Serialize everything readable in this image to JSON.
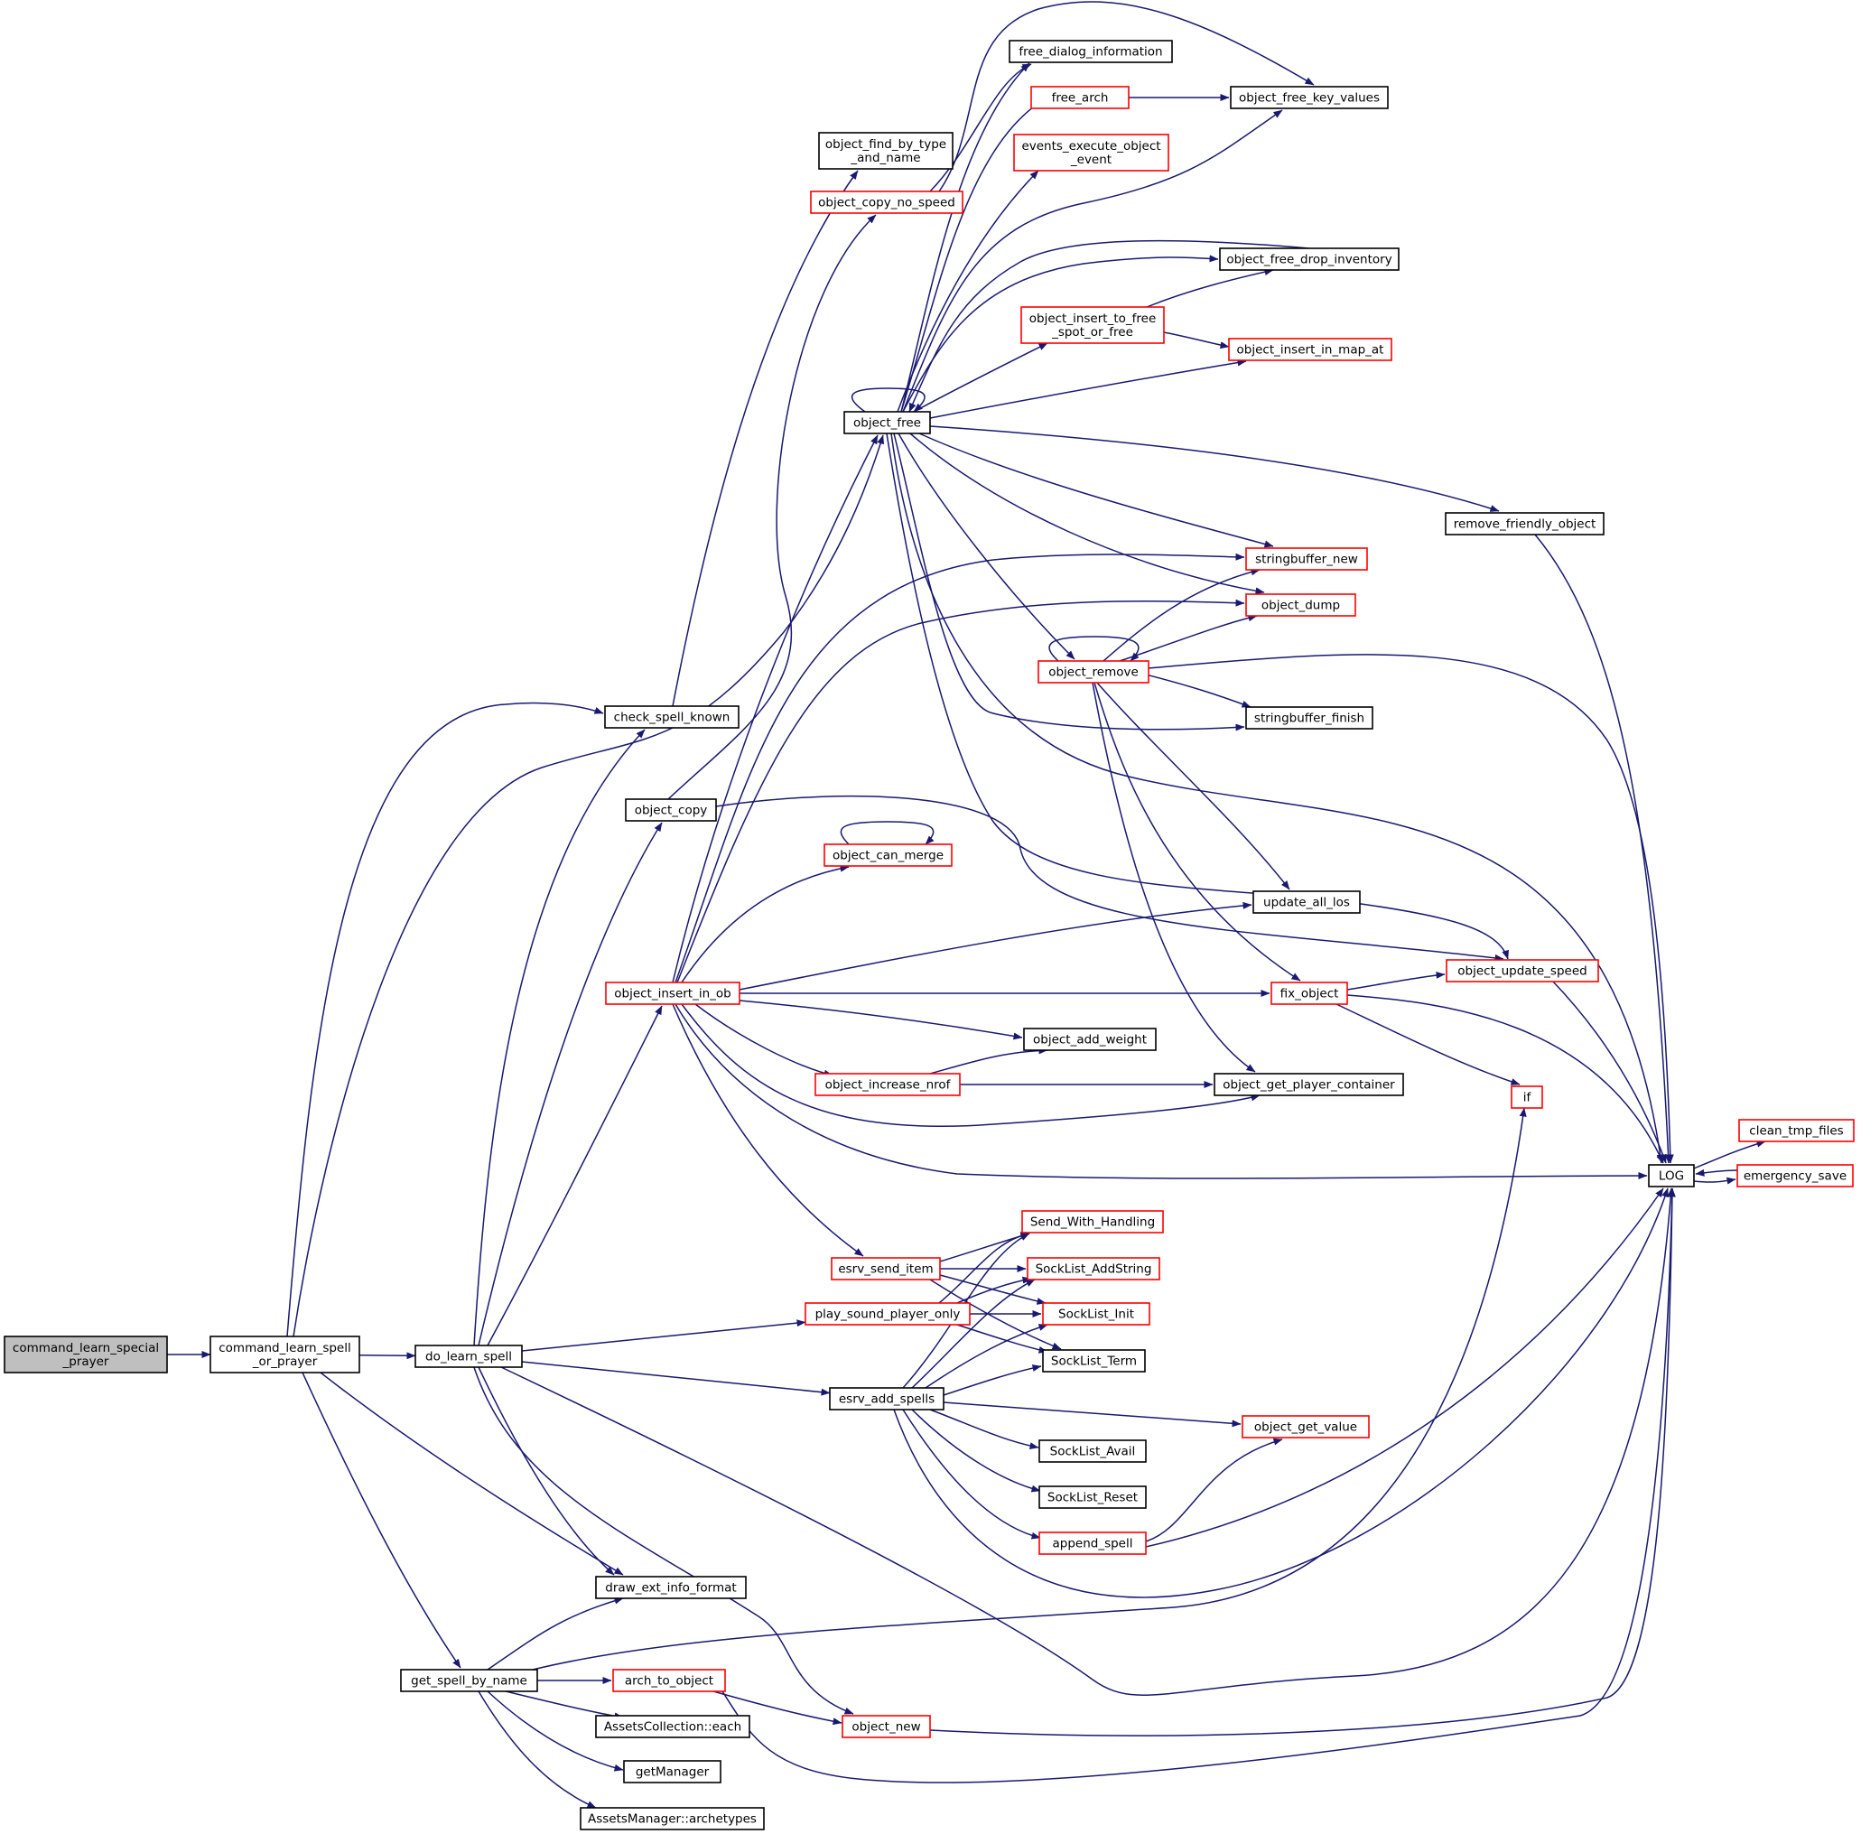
{
  "colors": {
    "edge": "#191970",
    "root_fill": "#bfbfbf",
    "root_border": "#000000",
    "normal_border": "#000000",
    "truncated_border": "#ff0000",
    "node_fill": "#ffffff"
  },
  "nodes": {
    "command_learn_special_prayer": {
      "lines": [
        "command_learn_special",
        "_prayer"
      ],
      "style": "root"
    },
    "command_learn_spell_or_prayer": {
      "lines": [
        "command_learn_spell",
        "_or_prayer"
      ],
      "style": "normal"
    },
    "do_learn_spell": {
      "lines": [
        "do_learn_spell"
      ],
      "style": "normal"
    },
    "check_spell_known": {
      "lines": [
        "check_spell_known"
      ],
      "style": "normal"
    },
    "object_find_by_type_and_name": {
      "lines": [
        "object_find_by_type",
        "_and_name"
      ],
      "style": "normal"
    },
    "object_copy": {
      "lines": [
        "object_copy"
      ],
      "style": "normal"
    },
    "object_copy_no_speed": {
      "lines": [
        "object_copy_no_speed"
      ],
      "style": "truncated"
    },
    "free_dialog_information": {
      "lines": [
        "free_dialog_information"
      ],
      "style": "normal"
    },
    "free_arch": {
      "lines": [
        "free_arch"
      ],
      "style": "truncated"
    },
    "object_free_key_values": {
      "lines": [
        "object_free_key_values"
      ],
      "style": "normal"
    },
    "events_execute_object_event": {
      "lines": [
        "events_execute_object",
        "_event"
      ],
      "style": "truncated"
    },
    "object_free_drop_inventory": {
      "lines": [
        "object_free_drop_inventory"
      ],
      "style": "normal"
    },
    "object_insert_to_free_spot_or_free": {
      "lines": [
        "object_insert_to_free",
        "_spot_or_free"
      ],
      "style": "truncated"
    },
    "object_insert_in_map_at": {
      "lines": [
        "object_insert_in_map_at"
      ],
      "style": "truncated"
    },
    "object_free": {
      "lines": [
        "object_free"
      ],
      "style": "normal"
    },
    "remove_friendly_object": {
      "lines": [
        "remove_friendly_object"
      ],
      "style": "normal"
    },
    "stringbuffer_new": {
      "lines": [
        "stringbuffer_new"
      ],
      "style": "truncated"
    },
    "object_dump": {
      "lines": [
        "object_dump"
      ],
      "style": "truncated"
    },
    "object_remove": {
      "lines": [
        "object_remove"
      ],
      "style": "truncated"
    },
    "stringbuffer_finish": {
      "lines": [
        "stringbuffer_finish"
      ],
      "style": "normal"
    },
    "object_can_merge": {
      "lines": [
        "object_can_merge"
      ],
      "style": "truncated"
    },
    "update_all_los": {
      "lines": [
        "update_all_los"
      ],
      "style": "normal"
    },
    "object_insert_in_ob": {
      "lines": [
        "object_insert_in_ob"
      ],
      "style": "truncated"
    },
    "object_update_speed": {
      "lines": [
        "object_update_speed"
      ],
      "style": "truncated"
    },
    "fix_object": {
      "lines": [
        "fix_object"
      ],
      "style": "truncated"
    },
    "object_add_weight": {
      "lines": [
        "object_add_weight"
      ],
      "style": "normal"
    },
    "object_increase_nrof": {
      "lines": [
        "object_increase_nrof"
      ],
      "style": "truncated"
    },
    "object_get_player_container": {
      "lines": [
        "object_get_player_container"
      ],
      "style": "normal"
    },
    "if": {
      "lines": [
        "if"
      ],
      "style": "truncated"
    },
    "clean_tmp_files": {
      "lines": [
        "clean_tmp_files"
      ],
      "style": "truncated"
    },
    "LOG": {
      "lines": [
        "LOG"
      ],
      "style": "normal"
    },
    "emergency_save": {
      "lines": [
        "emergency_save"
      ],
      "style": "truncated"
    },
    "Send_With_Handling": {
      "lines": [
        "Send_With_Handling"
      ],
      "style": "truncated"
    },
    "esrv_send_item": {
      "lines": [
        "esrv_send_item"
      ],
      "style": "truncated"
    },
    "SockList_AddString": {
      "lines": [
        "SockList_AddString"
      ],
      "style": "truncated"
    },
    "play_sound_player_only": {
      "lines": [
        "play_sound_player_only"
      ],
      "style": "truncated"
    },
    "SockList_Init": {
      "lines": [
        "SockList_Init"
      ],
      "style": "truncated"
    },
    "SockList_Term": {
      "lines": [
        "SockList_Term"
      ],
      "style": "normal"
    },
    "esrv_add_spells": {
      "lines": [
        "esrv_add_spells"
      ],
      "style": "normal"
    },
    "object_get_value": {
      "lines": [
        "object_get_value"
      ],
      "style": "truncated"
    },
    "SockList_Avail": {
      "lines": [
        "SockList_Avail"
      ],
      "style": "normal"
    },
    "SockList_Reset": {
      "lines": [
        "SockList_Reset"
      ],
      "style": "normal"
    },
    "append_spell": {
      "lines": [
        "append_spell"
      ],
      "style": "truncated"
    },
    "draw_ext_info_format": {
      "lines": [
        "draw_ext_info_format"
      ],
      "style": "normal"
    },
    "get_spell_by_name": {
      "lines": [
        "get_spell_by_name"
      ],
      "style": "normal"
    },
    "arch_to_object": {
      "lines": [
        "arch_to_object"
      ],
      "style": "truncated"
    },
    "object_new": {
      "lines": [
        "object_new"
      ],
      "style": "truncated"
    },
    "AssetsCollection_each": {
      "lines": [
        "AssetsCollection::each"
      ],
      "style": "normal"
    },
    "getManager": {
      "lines": [
        "getManager"
      ],
      "style": "normal"
    },
    "AssetsManager_archetypes": {
      "lines": [
        "AssetsManager::archetypes"
      ],
      "style": "normal"
    }
  },
  "edges": [
    [
      "command_learn_special_prayer",
      "command_learn_spell_or_prayer"
    ],
    [
      "command_learn_spell_or_prayer",
      "check_spell_known"
    ],
    [
      "command_learn_spell_or_prayer",
      "object_free"
    ],
    [
      "command_learn_spell_or_prayer",
      "do_learn_spell"
    ],
    [
      "command_learn_spell_or_prayer",
      "draw_ext_info_format"
    ],
    [
      "command_learn_spell_or_prayer",
      "get_spell_by_name"
    ],
    [
      "check_spell_known",
      "object_find_by_type_and_name"
    ],
    [
      "do_learn_spell",
      "check_spell_known"
    ],
    [
      "do_learn_spell",
      "object_copy"
    ],
    [
      "do_learn_spell",
      "object_insert_in_ob"
    ],
    [
      "do_learn_spell",
      "play_sound_player_only"
    ],
    [
      "do_learn_spell",
      "esrv_add_spells"
    ],
    [
      "do_learn_spell",
      "LOG"
    ],
    [
      "do_learn_spell",
      "draw_ext_info_format"
    ],
    [
      "do_learn_spell",
      "object_new"
    ],
    [
      "object_copy",
      "object_copy_no_speed"
    ],
    [
      "object_copy",
      "object_update_speed"
    ],
    [
      "object_copy_no_speed",
      "free_dialog_information"
    ],
    [
      "object_copy_no_speed",
      "object_free_key_values"
    ],
    [
      "object_free",
      "object_free"
    ],
    [
      "object_free",
      "free_dialog_information"
    ],
    [
      "object_free",
      "free_arch"
    ],
    [
      "object_free",
      "object_free_key_values"
    ],
    [
      "object_free",
      "events_execute_object_event"
    ],
    [
      "object_free",
      "object_free_drop_inventory"
    ],
    [
      "object_free",
      "object_insert_to_free_spot_or_free"
    ],
    [
      "object_free",
      "object_insert_in_map_at"
    ],
    [
      "object_free",
      "remove_friendly_object"
    ],
    [
      "object_free",
      "stringbuffer_new"
    ],
    [
      "object_free",
      "object_dump"
    ],
    [
      "object_free",
      "object_remove"
    ],
    [
      "object_free",
      "stringbuffer_finish"
    ],
    [
      "object_free",
      "LOG"
    ],
    [
      "object_free",
      "object_update_speed"
    ],
    [
      "free_arch",
      "object_free_key_values"
    ],
    [
      "object_free_drop_inventory",
      "object_free"
    ],
    [
      "object_insert_to_free_spot_or_free",
      "object_free_drop_inventory"
    ],
    [
      "object_insert_to_free_spot_or_free",
      "object_insert_in_map_at"
    ],
    [
      "remove_friendly_object",
      "LOG"
    ],
    [
      "object_remove",
      "object_remove"
    ],
    [
      "object_remove",
      "stringbuffer_new"
    ],
    [
      "object_remove",
      "object_dump"
    ],
    [
      "object_remove",
      "stringbuffer_finish"
    ],
    [
      "object_remove",
      "LOG"
    ],
    [
      "object_remove",
      "update_all_los"
    ],
    [
      "object_remove",
      "fix_object"
    ],
    [
      "object_remove",
      "object_get_player_container"
    ],
    [
      "object_insert_in_ob",
      "object_free"
    ],
    [
      "object_insert_in_ob",
      "stringbuffer_new"
    ],
    [
      "object_insert_in_ob",
      "object_dump"
    ],
    [
      "object_insert_in_ob",
      "object_can_merge"
    ],
    [
      "object_insert_in_ob",
      "update_all_los"
    ],
    [
      "object_insert_in_ob",
      "fix_object"
    ],
    [
      "object_insert_in_ob",
      "object_add_weight"
    ],
    [
      "object_insert_in_ob",
      "object_increase_nrof"
    ],
    [
      "object_insert_in_ob",
      "object_get_player_container"
    ],
    [
      "object_insert_in_ob",
      "LOG"
    ],
    [
      "object_insert_in_ob",
      "esrv_send_item"
    ],
    [
      "object_can_merge",
      "object_can_merge"
    ],
    [
      "object_increase_nrof",
      "object_add_weight"
    ],
    [
      "object_increase_nrof",
      "object_get_player_container"
    ],
    [
      "fix_object",
      "object_update_speed"
    ],
    [
      "fix_object",
      "if"
    ],
    [
      "fix_object",
      "LOG"
    ],
    [
      "object_update_speed",
      "LOG"
    ],
    [
      "LOG",
      "clean_tmp_files"
    ],
    [
      "LOG",
      "emergency_save"
    ],
    [
      "emergency_save",
      "LOG"
    ],
    [
      "esrv_send_item",
      "Send_With_Handling"
    ],
    [
      "esrv_send_item",
      "SockList_AddString"
    ],
    [
      "esrv_send_item",
      "SockList_Init"
    ],
    [
      "esrv_send_item",
      "SockList_Term"
    ],
    [
      "play_sound_player_only",
      "Send_With_Handling"
    ],
    [
      "play_sound_player_only",
      "SockList_AddString"
    ],
    [
      "play_sound_player_only",
      "SockList_Init"
    ],
    [
      "play_sound_player_only",
      "SockList_Term"
    ],
    [
      "esrv_add_spells",
      "Send_With_Handling"
    ],
    [
      "esrv_add_spells",
      "SockList_AddString"
    ],
    [
      "esrv_add_spells",
      "SockList_Init"
    ],
    [
      "esrv_add_spells",
      "SockList_Term"
    ],
    [
      "esrv_add_spells",
      "object_get_value"
    ],
    [
      "esrv_add_spells",
      "SockList_Avail"
    ],
    [
      "esrv_add_spells",
      "SockList_Reset"
    ],
    [
      "esrv_add_spells",
      "append_spell"
    ],
    [
      "esrv_add_spells",
      "LOG"
    ],
    [
      "append_spell",
      "object_get_value"
    ],
    [
      "append_spell",
      "LOG"
    ],
    [
      "get_spell_by_name",
      "draw_ext_info_format"
    ],
    [
      "get_spell_by_name",
      "if"
    ],
    [
      "get_spell_by_name",
      "arch_to_object"
    ],
    [
      "get_spell_by_name",
      "AssetsCollection_each"
    ],
    [
      "get_spell_by_name",
      "getManager"
    ],
    [
      "get_spell_by_name",
      "AssetsManager_archetypes"
    ],
    [
      "arch_to_object",
      "object_new"
    ],
    [
      "arch_to_object",
      "LOG"
    ],
    [
      "object_new",
      "LOG"
    ]
  ]
}
